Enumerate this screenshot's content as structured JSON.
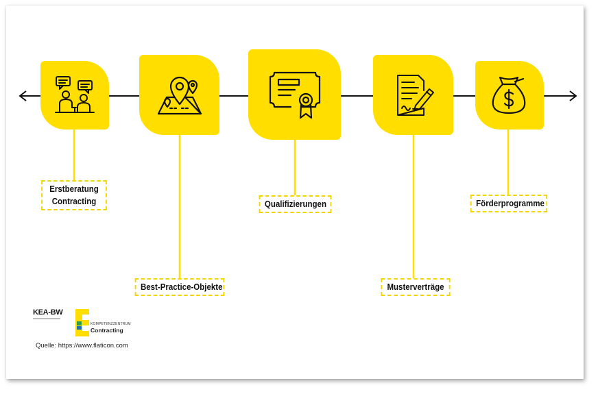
{
  "colors": {
    "accent": "#ffde00",
    "line": "#111111",
    "connector": "#ffde00"
  },
  "timeline": {
    "direction": "bidirectional-arrow",
    "items": [
      {
        "icon": "consultation-icon",
        "label_lines": [
          "Erstberatung",
          "Contracting"
        ]
      },
      {
        "icon": "map-location-icon",
        "label_lines": [
          "Best-Practice-Objekte"
        ]
      },
      {
        "icon": "certificate-icon",
        "label_lines": [
          "Qualifizierungen"
        ]
      },
      {
        "icon": "contract-signing-icon",
        "label_lines": [
          "Musterverträge"
        ]
      },
      {
        "icon": "money-bag-icon",
        "label_lines": [
          "Förderprogramme"
        ]
      }
    ]
  },
  "logo": {
    "kea": "KEA-BW",
    "kompetenz": "KOMPETENZZENTRUM",
    "contracting": "Contracting"
  },
  "source": "Quelle: https://www.flaticon.com"
}
